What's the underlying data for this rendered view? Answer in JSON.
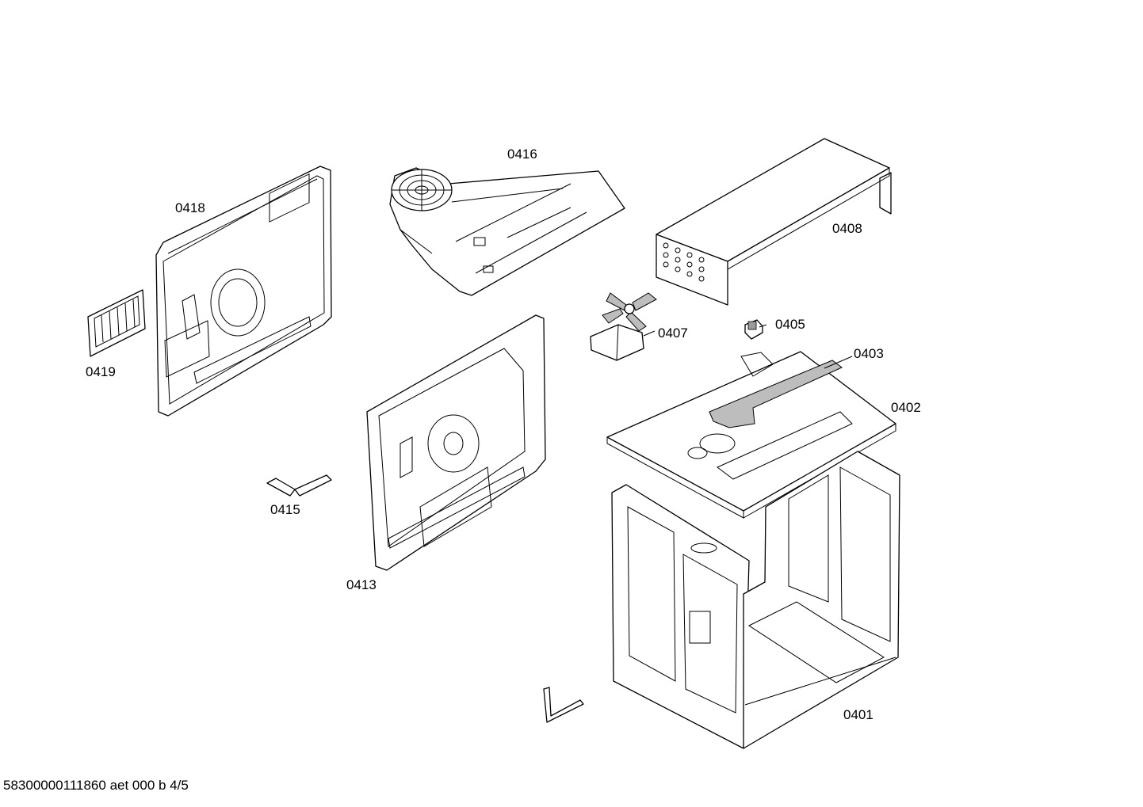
{
  "labels": {
    "p0416": "0416",
    "p0418": "0418",
    "p0408": "0408",
    "p0419": "0419",
    "p0407": "0407",
    "p0405": "0405",
    "p0403": "0403",
    "p0402": "0402",
    "p0415": "0415",
    "p0413": "0413",
    "p0401": "0401"
  },
  "footer": "58300000111860 aet 000 b 4/5"
}
